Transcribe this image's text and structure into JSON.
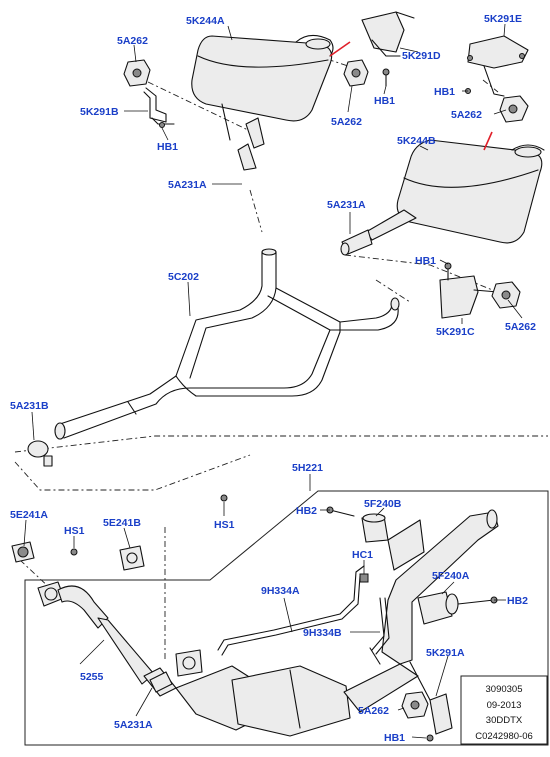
{
  "colors": {
    "label": "#1a3fc8",
    "line": "#111111",
    "accent": "#e0202a"
  },
  "labels": {
    "k244a": "5K244A",
    "a262_tl": "5A262",
    "k291b": "5K291B",
    "hb1_b": "HB1",
    "a262_mid": "5A262",
    "hb1_mid": "HB1",
    "k291d": "5K291D",
    "k291e": "5K291E",
    "hb1_e": "HB1",
    "a262_e": "5A262",
    "k244b": "5K244B",
    "a231a_top": "5A231A",
    "a231a_right": "5A231A",
    "hb1_right": "HB1",
    "k291c": "5K291C",
    "a262_right": "5A262",
    "c202": "5C202",
    "a231b": "5A231B",
    "h221": "5H221",
    "e241a": "5E241A",
    "hs1_left": "HS1",
    "e241b": "5E241B",
    "hs1_mid": "HS1",
    "hb2_left": "HB2",
    "f240b": "5F240B",
    "hc1": "HC1",
    "h334a": "9H334A",
    "f240a": "5F240A",
    "hb2_right": "HB2",
    "h334b": "9H334B",
    "k291a": "5K291A",
    "n5255": "5255",
    "a262_bottom": "5A262",
    "a231a_bottom": "5A231A",
    "hb1_bottom": "HB1"
  },
  "ref_block": {
    "line1": "3090305",
    "line2": "09-2013",
    "line3": "30DDTX",
    "line4": "C0242980-06"
  }
}
